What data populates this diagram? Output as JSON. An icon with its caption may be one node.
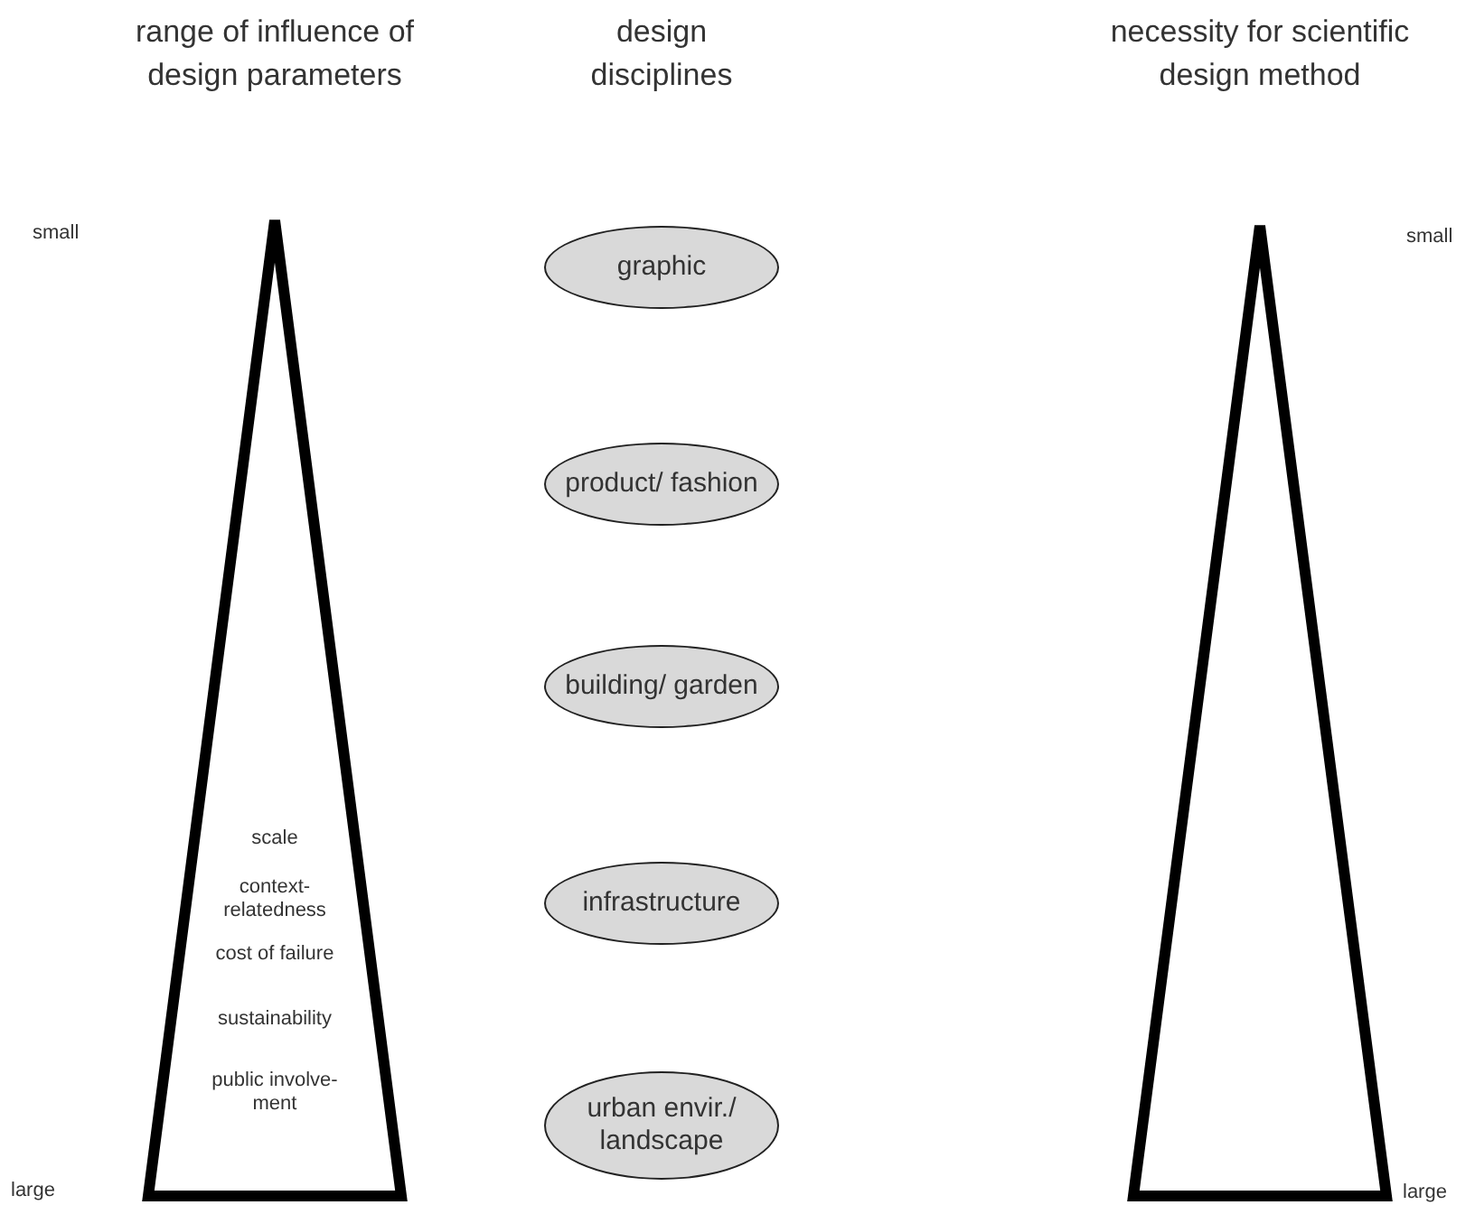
{
  "diagram": {
    "nodes": [
      {
        "text": [
          "scale",
          "context- relatedness",
          "cost of failure",
          "sustainability",
          "public involve- ment"
        ]
      },
      {
        "text": [
          "graphic"
        ]
      },
      {
        "text": [
          "product/ fashion"
        ]
      },
      {
        "text": [
          "building/ garden"
        ]
      },
      {
        "text": [
          "infrastructure"
        ]
      },
      {
        "text": [
          "urban envir./ landscape"
        ]
      },
      {
        "text": [],
        "shape": "triangle"
      }
    ],
    "edges": [],
    "labels": [
      "range of influence of design parameters",
      "design disciplines",
      "necessity for scientific design method",
      "small",
      "small",
      "large",
      "large"
    ]
  }
}
